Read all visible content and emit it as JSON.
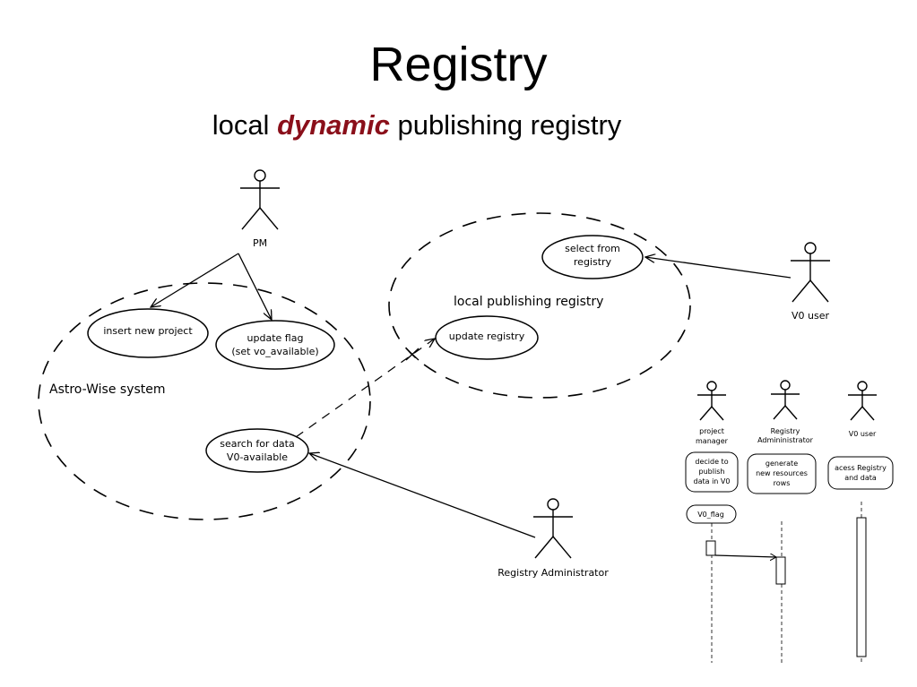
{
  "title": "Registry",
  "subtitle": {
    "before": "local ",
    "emphasis": "dynamic",
    "after": " publishing registry"
  },
  "use_case_diagram": {
    "actors": {
      "pm": "PM",
      "vo_user": "V0 user",
      "registry_admin": "Registry Administrator"
    },
    "systems": {
      "astro_wise": "Astro-Wise system",
      "local_registry": "local publishing registry"
    },
    "use_cases": {
      "insert_new_project": "insert new project",
      "update_flag_line1": "update flag",
      "update_flag_line2": "(set vo_available)",
      "search_line1": "search for data",
      "search_line2": "V0-available",
      "update_registry": "update registry",
      "select_line1": "select from",
      "select_line2": "registry"
    }
  },
  "sequence_diagram": {
    "actors": {
      "pm_line1": "project",
      "pm_line2": "manager",
      "admin_line1": "Registry",
      "admin_line2": "Admininistrator",
      "user": "V0 user"
    },
    "actions": {
      "pm_line1": "decide to",
      "pm_line2": "publish",
      "pm_line3": "data in V0",
      "admin_line1": "generate",
      "admin_line2": "new resources",
      "admin_line3": "rows",
      "user_line1": "acess Registry",
      "user_line2": "and data"
    },
    "message": "V0_flag"
  }
}
